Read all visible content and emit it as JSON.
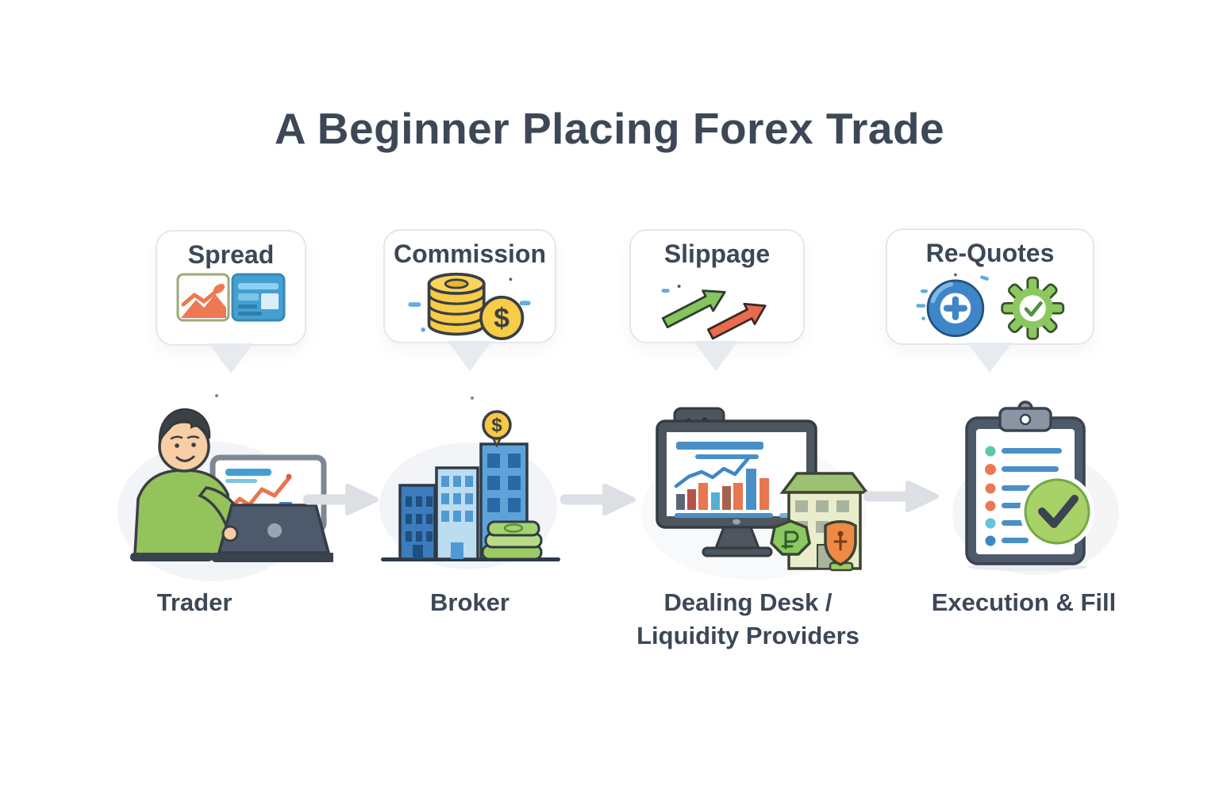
{
  "title": "A Beginner Placing Forex Trade",
  "callouts": [
    {
      "id": "spread",
      "label": "Spread",
      "icon": "spread-chart-card-icon"
    },
    {
      "id": "commission",
      "label": "Commission",
      "icon": "commission-coin-stack-icon"
    },
    {
      "id": "slippage",
      "label": "Slippage",
      "icon": "slippage-up-arrows-icon"
    },
    {
      "id": "requotes",
      "label": "Re-Quotes",
      "icon": "requotes-refresh-gear-icon"
    }
  ],
  "flow_nodes": [
    {
      "id": "trader",
      "label": "Trader",
      "icon": "trader-at-laptop-icon"
    },
    {
      "id": "broker",
      "label": "Broker",
      "icon": "broker-buildings-icon"
    },
    {
      "id": "dealing_desk",
      "label": "Dealing Desk /",
      "label2": "Liquidity Providers",
      "icon": "dealing-desk-monitor-bank-icon"
    },
    {
      "id": "execution",
      "label": "Execution & Fill",
      "icon": "clipboard-checklist-icon"
    }
  ],
  "icons": {
    "dollar_sign": "$"
  },
  "colors": {
    "text": "#3d4756",
    "accent-green": "#84c55e",
    "accent-red": "#e96a4e",
    "accent-blue": "#3f86c9",
    "accent-gold": "#f6c844",
    "arrow-gray": "#dcdfe4",
    "bubble-border": "#e4e7eb"
  }
}
